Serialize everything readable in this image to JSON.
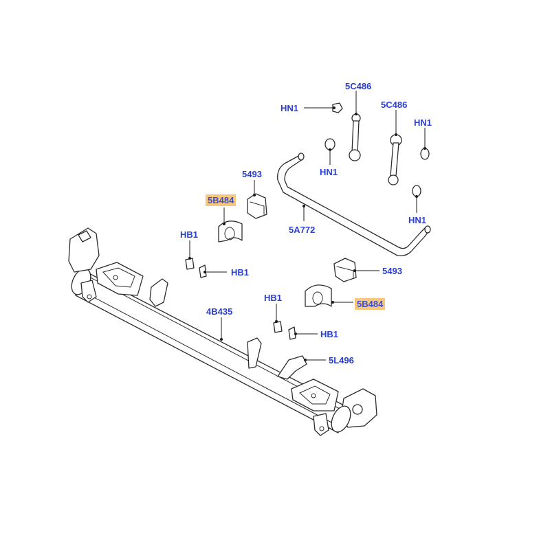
{
  "labels": {
    "hn1_top": "HN1",
    "c486_a": "5C486",
    "c486_b": "5C486",
    "hn1_right": "HN1",
    "hn1_mid": "HN1",
    "hn1_lower": "HN1",
    "b5493_upper": "5493",
    "b5b484_upper": "5B484",
    "a772": "5A772",
    "hb1_left_top": "HB1",
    "hb1_left_side": "HB1",
    "b5493_lower": "5493",
    "b5b484_lower": "5B484",
    "hb1_mid_top": "HB1",
    "b4b435": "4B435",
    "hb1_mid_side": "HB1",
    "l496": "5L496"
  },
  "colors": {
    "label": "#2a3fd0",
    "highlight": "#f6c77c",
    "line": "#2b2b2b"
  }
}
